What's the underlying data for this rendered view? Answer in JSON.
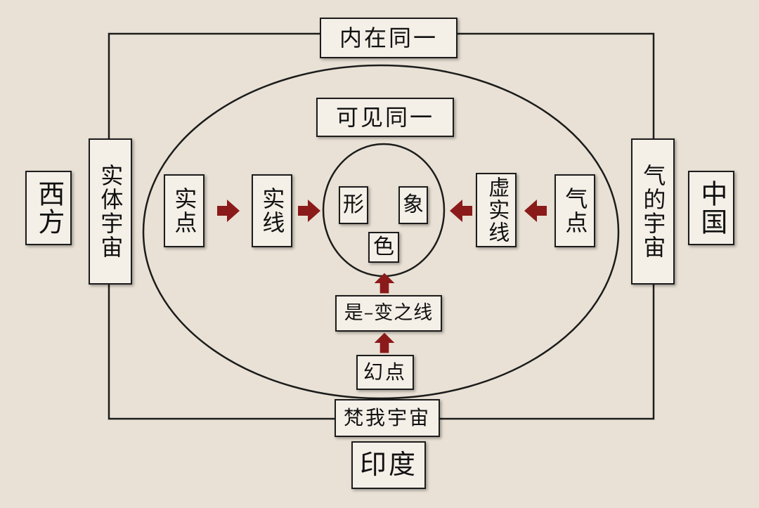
{
  "diagram": {
    "top_label": "内在同一",
    "inner_top_label": "可见同一",
    "west_cosmos": "实体宇宙",
    "west": "西方",
    "china_cosmos": "气的宇宙",
    "china": "中国",
    "india_cosmos": "梵我宇宙",
    "india": "印度",
    "solid_point": "实点",
    "solid_line": "实线",
    "virtual_solid_line": "虚实线",
    "qi_point": "气点",
    "shape": "形",
    "image": "象",
    "color": "色",
    "becoming_line": "是–变之线",
    "illusory_point": "幻点"
  },
  "colors": {
    "background": "#e9e1d5",
    "box": "#f4efe7",
    "arrow": "#8b1a1a",
    "line": "#1c1c1c"
  }
}
